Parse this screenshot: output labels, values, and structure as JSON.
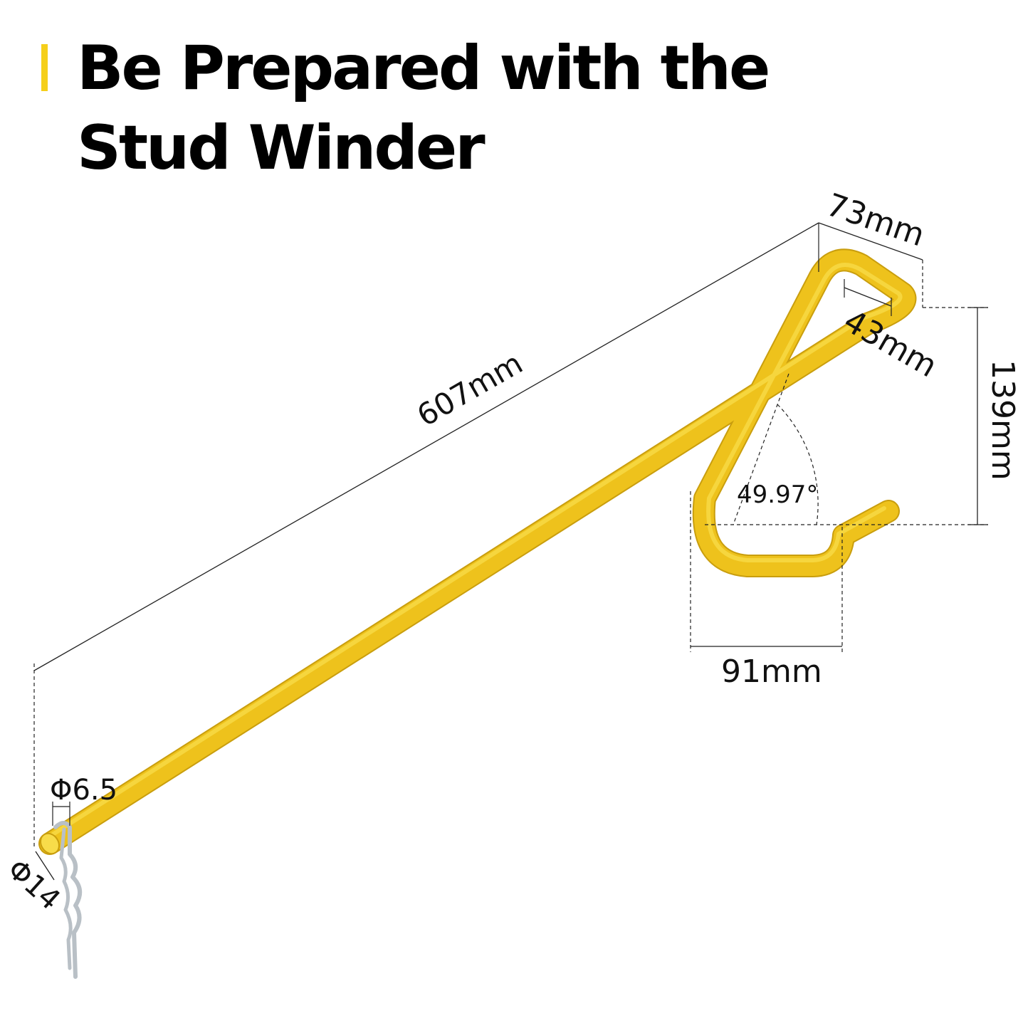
{
  "title": {
    "line1": "Be Prepared with the",
    "line2": "Stud Winder"
  },
  "dimensions": {
    "length": "607mm",
    "top_width": "73mm",
    "inner_width": "43mm",
    "height": "139mm",
    "bottom_width": "91mm",
    "angle": "49.97°",
    "pin_diameter": "Φ6.5",
    "rod_diameter": "Φ14"
  },
  "colors": {
    "accent": "#F5CF1A",
    "tool": "#EEC21C",
    "tool_highlight": "#F8DC4A",
    "tool_shadow": "#C99E0E",
    "pin": "#B9C0C6",
    "line": "#222222"
  }
}
